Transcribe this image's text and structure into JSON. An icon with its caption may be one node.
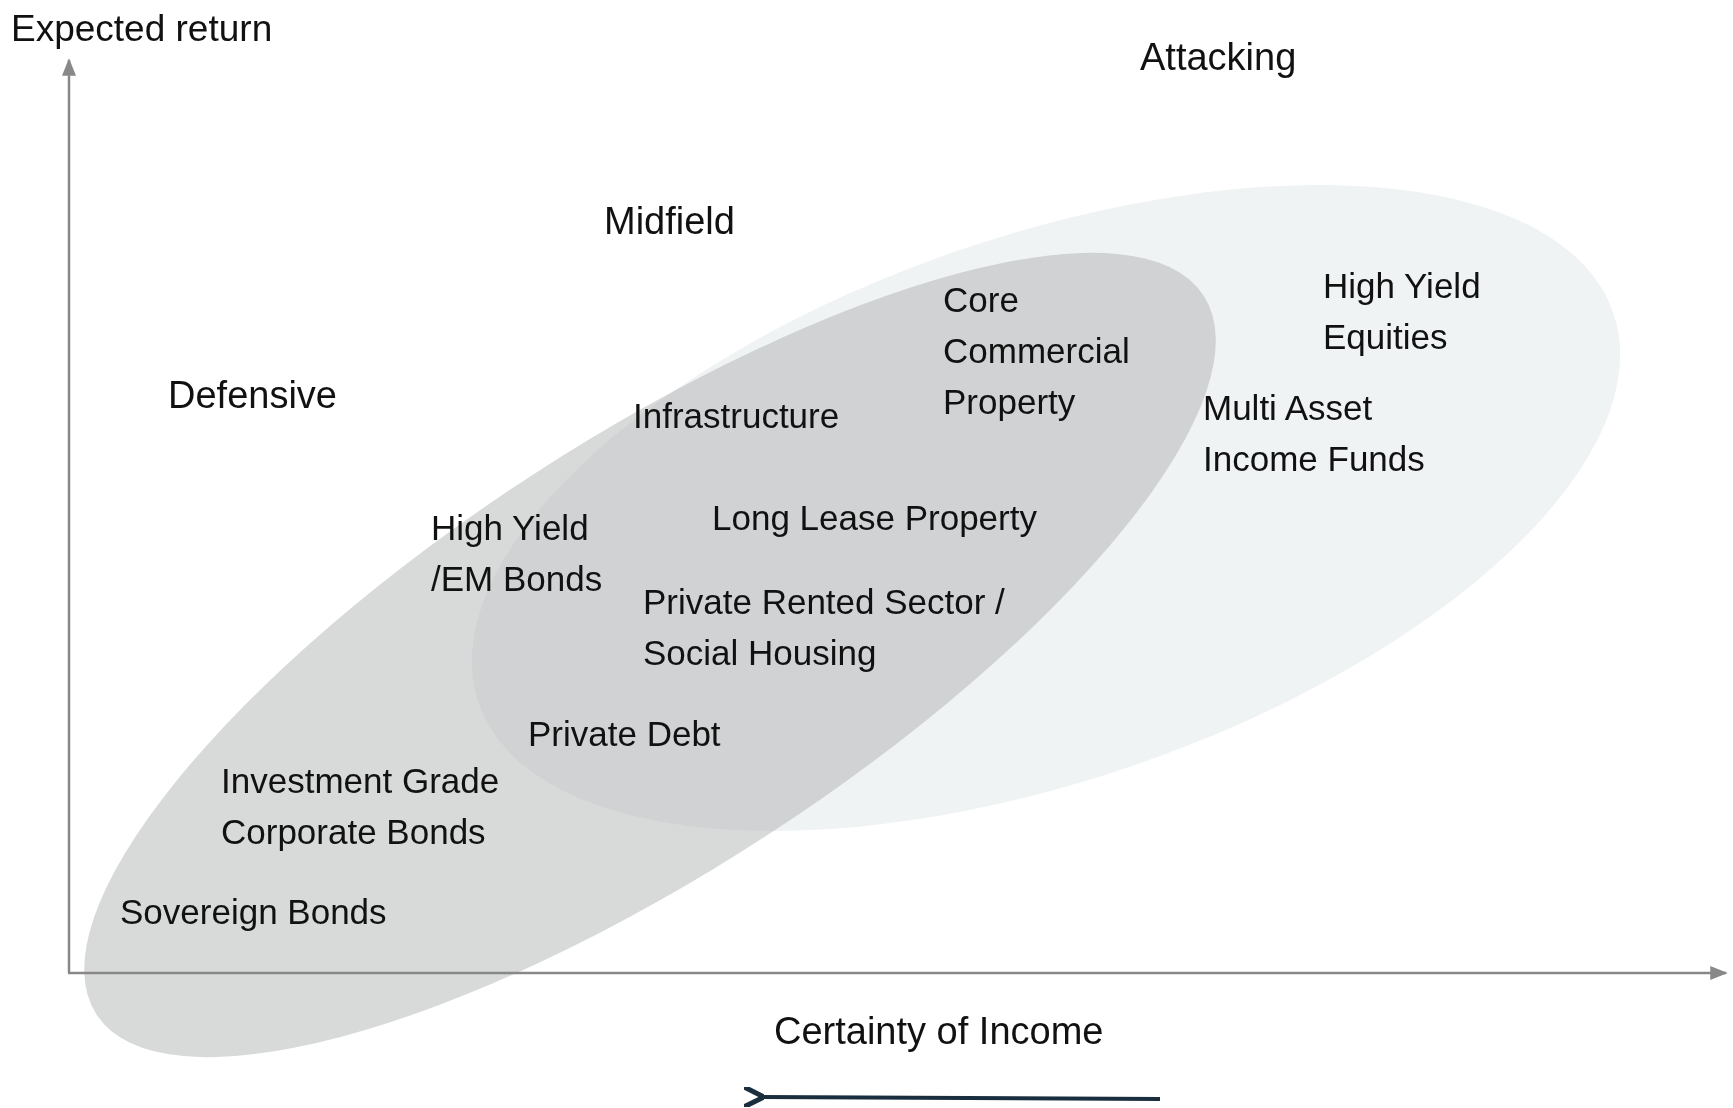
{
  "diagram": {
    "labels": [
      "Expected return",
      "Attacking",
      "Midfield",
      "Core Commercial Property",
      "High Yield Equities",
      "Defensive",
      "Infrastructure",
      "Multi Asset Income Funds",
      "High Yield /EM Bonds",
      "Long Lease Property",
      "Private Rented Sector / Social Housing",
      "Private Debt",
      "Investment Grade Corporate Bonds",
      "Sovereign Bonds",
      "Certainty of Income"
    ]
  }
}
